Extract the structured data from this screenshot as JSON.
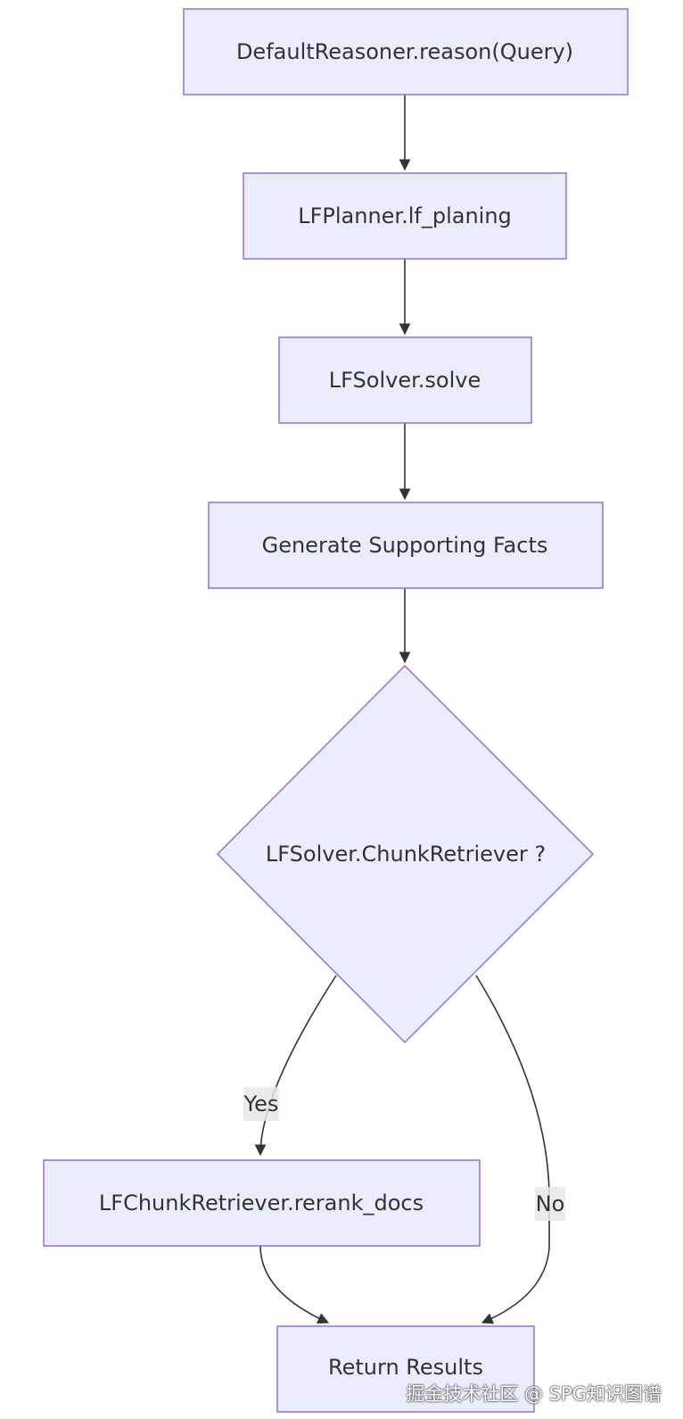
{
  "nodes": {
    "reason": "DefaultReasoner.reason(Query)",
    "planner": "LFPlanner.lf_planing",
    "solver": "LFSolver.solve",
    "facts": "Generate Supporting Facts",
    "decision": "LFSolver.ChunkRetriever ?",
    "rerank": "LFChunkRetriever.rerank_docs",
    "result": "Return Results"
  },
  "edges": {
    "yes_label": "Yes",
    "no_label": "No"
  },
  "colors": {
    "node_fill": "#ececff",
    "node_stroke": "#9370db",
    "edge": "#333333",
    "text": "#333333"
  },
  "watermark": {
    "text": "掘金技术社区 @ SPG知识图谱"
  }
}
